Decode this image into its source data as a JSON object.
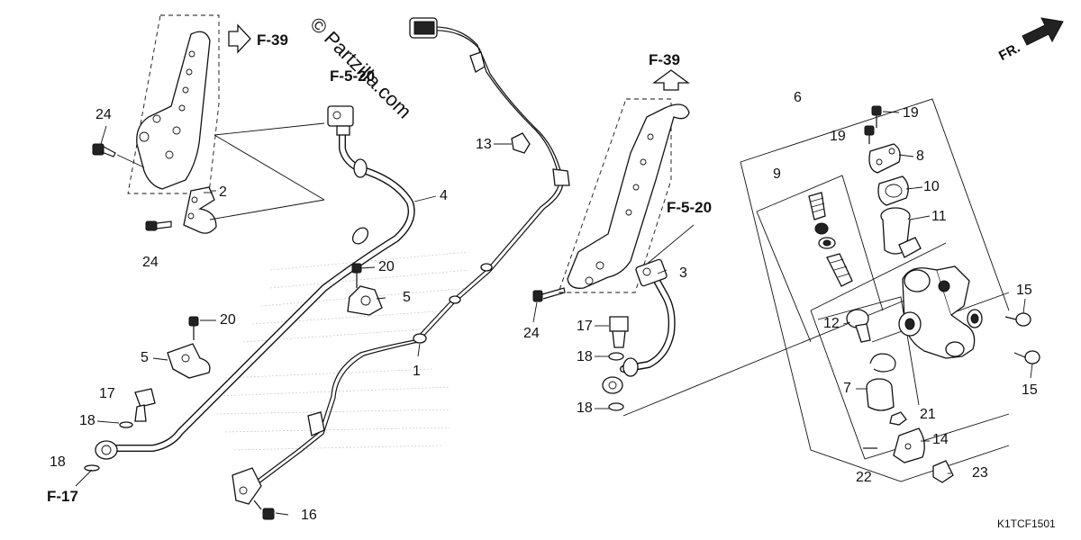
{
  "watermark": "© Partzilla.com",
  "diagram_code": "K1TCF1501",
  "direction_label": "FR.",
  "refs": {
    "f39_top": "F-39",
    "f39_right": "F-39",
    "f520_top": "F-5-20",
    "f520_right": "F-5-20",
    "f17": "F-17"
  },
  "callouts": {
    "c1": "1",
    "c2": "2",
    "c3": "3",
    "c4": "4",
    "c5a": "5",
    "c5b": "5",
    "c6": "6",
    "c7": "7",
    "c8": "8",
    "c9": "9",
    "c10": "10",
    "c11": "11",
    "c12": "12",
    "c13": "13",
    "c14": "14",
    "c15a": "15",
    "c15b": "15",
    "c16": "16",
    "c17a": "17",
    "c17b": "17",
    "c18a": "18",
    "c18b": "18",
    "c18c": "18",
    "c18d": "18",
    "c19a": "19",
    "c19b": "19",
    "c20a": "20",
    "c20b": "20",
    "c21": "21",
    "c22": "22",
    "c23": "23",
    "c24a": "24",
    "c24b": "24",
    "c24c": "24"
  }
}
